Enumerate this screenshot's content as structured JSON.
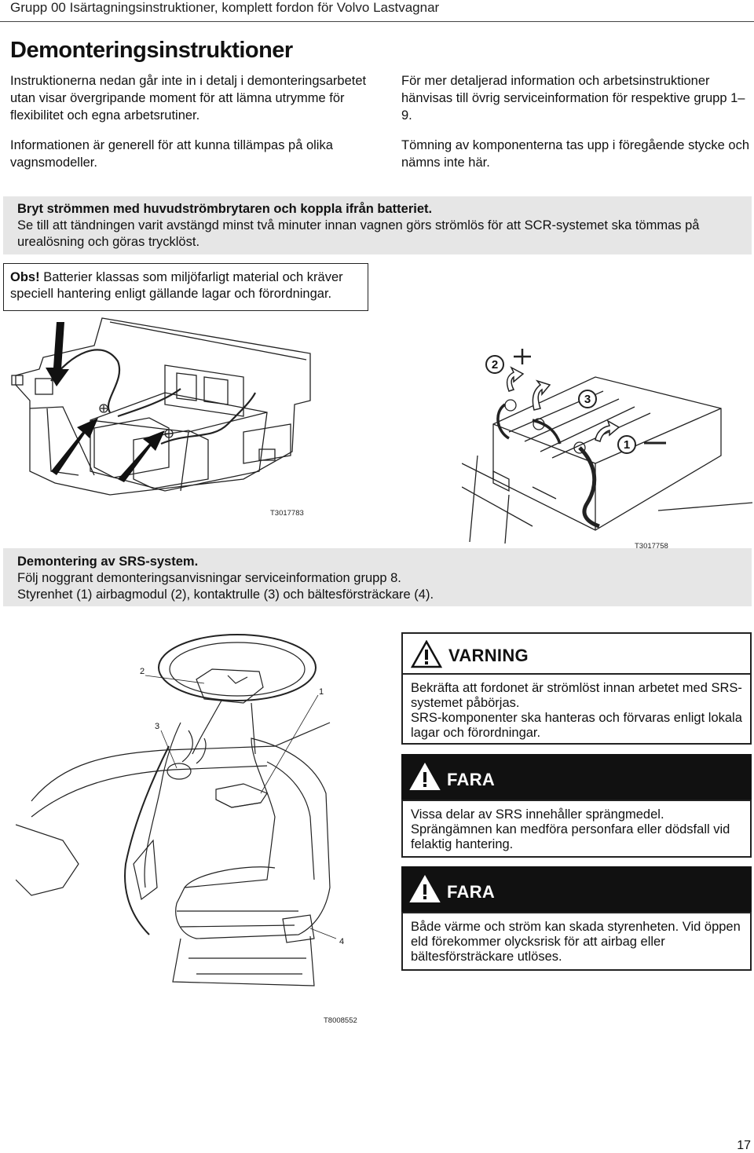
{
  "header": {
    "running_title": "Grupp 00 Isärtagningsinstruktioner, komplett fordon för Volvo Lastvagnar"
  },
  "section": {
    "title": "Demonteringsinstruktioner"
  },
  "intro": {
    "left_p1": "Instruktionerna nedan går inte in i detalj i demonteringsarbetet utan visar övergripande moment för att lämna utrymme för flexibilitet och egna arbetsrutiner.",
    "left_p2": "Informationen är generell för att kunna tillämpas på olika vagnsmodeller.",
    "right_p1": "För mer detaljerad information och arbetsinstruktioner hänvisas till övrig serviceinformation för respektive grupp 1–9.",
    "right_p2": "Tömning av komponenterna tas upp i föregående stycke och nämns inte här."
  },
  "battery_notice": {
    "heading": "Bryt strömmen med huvudströmbrytaren och koppla ifrån batteriet.",
    "text": "Se till att tändningen varit avstängd minst två minuter innan vagnen görs strömlös för att SCR-systemet ska tömmas på urealösning och göras trycklöst."
  },
  "obs_box": {
    "label": "Obs!",
    "text": "Batterier klassas som miljöfarligt material och kräver speciell hantering enligt gällande lagar och förordningar."
  },
  "figures": {
    "battery_left_code": "T3017783",
    "battery_right_code": "T3017758",
    "battery_right_labels": [
      "2",
      "3",
      "1"
    ],
    "srs_code": "T8008552",
    "srs_labels": [
      "2",
      "1",
      "3",
      "4"
    ]
  },
  "srs_notice": {
    "heading": "Demontering av SRS-system.",
    "line1": "Följ noggrant demonteringsanvisningar serviceinformation grupp 8.",
    "line2": "Styrenhet (1) airbagmodul (2), kontaktrulle (3) och bältesförsträckare (4)."
  },
  "warnings": [
    {
      "type": "warning",
      "title": "VARNING",
      "lines": [
        "Bekräfta att fordonet är strömlöst innan arbetet med SRS-systemet påbörjas.",
        "SRS-komponenter ska hanteras och förvaras enligt lokala lagar och förordningar."
      ]
    },
    {
      "type": "danger",
      "title": "FARA",
      "lines": [
        "Vissa delar av SRS innehåller sprängmedel. Sprängämnen kan medföra personfara eller dödsfall vid felaktig hantering."
      ]
    },
    {
      "type": "danger",
      "title": "FARA",
      "lines": [
        "Både värme och ström kan skada styrenheten. Vid öppen eld förekommer olycksrisk för att airbag eller bältesförsträckare utlöses."
      ]
    }
  ],
  "colors": {
    "gray_box": "#e6e6e6",
    "danger_header": "#111111",
    "warning_header": "#ffffff"
  },
  "page": {
    "number": "17"
  }
}
